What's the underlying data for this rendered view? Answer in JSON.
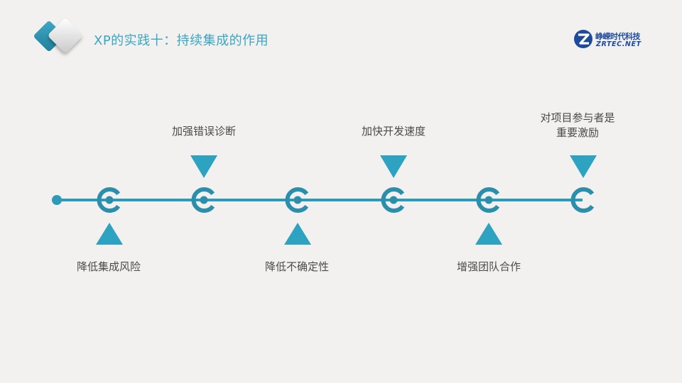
{
  "header": {
    "title": "XP的实践十：持续集成的作用",
    "brand_cn": "峥嵘时代科技",
    "brand_en": "ZRTEC.NET"
  },
  "colors": {
    "accent": "#3aa6c3",
    "line": "#2b9bb8",
    "node": "#2b8fab",
    "text": "#4a4a4a",
    "brand": "#1d4a9c"
  },
  "timeline": {
    "top_labels": [
      {
        "text": "加强错误诊断"
      },
      {
        "text": "加快开发速度"
      },
      {
        "text": "对项目参与者是"
      },
      {
        "text": "重要激励"
      }
    ],
    "bottom_labels": [
      {
        "text": "降低集成风险"
      },
      {
        "text": "降低不确定性"
      },
      {
        "text": "增强团队合作"
      }
    ]
  }
}
